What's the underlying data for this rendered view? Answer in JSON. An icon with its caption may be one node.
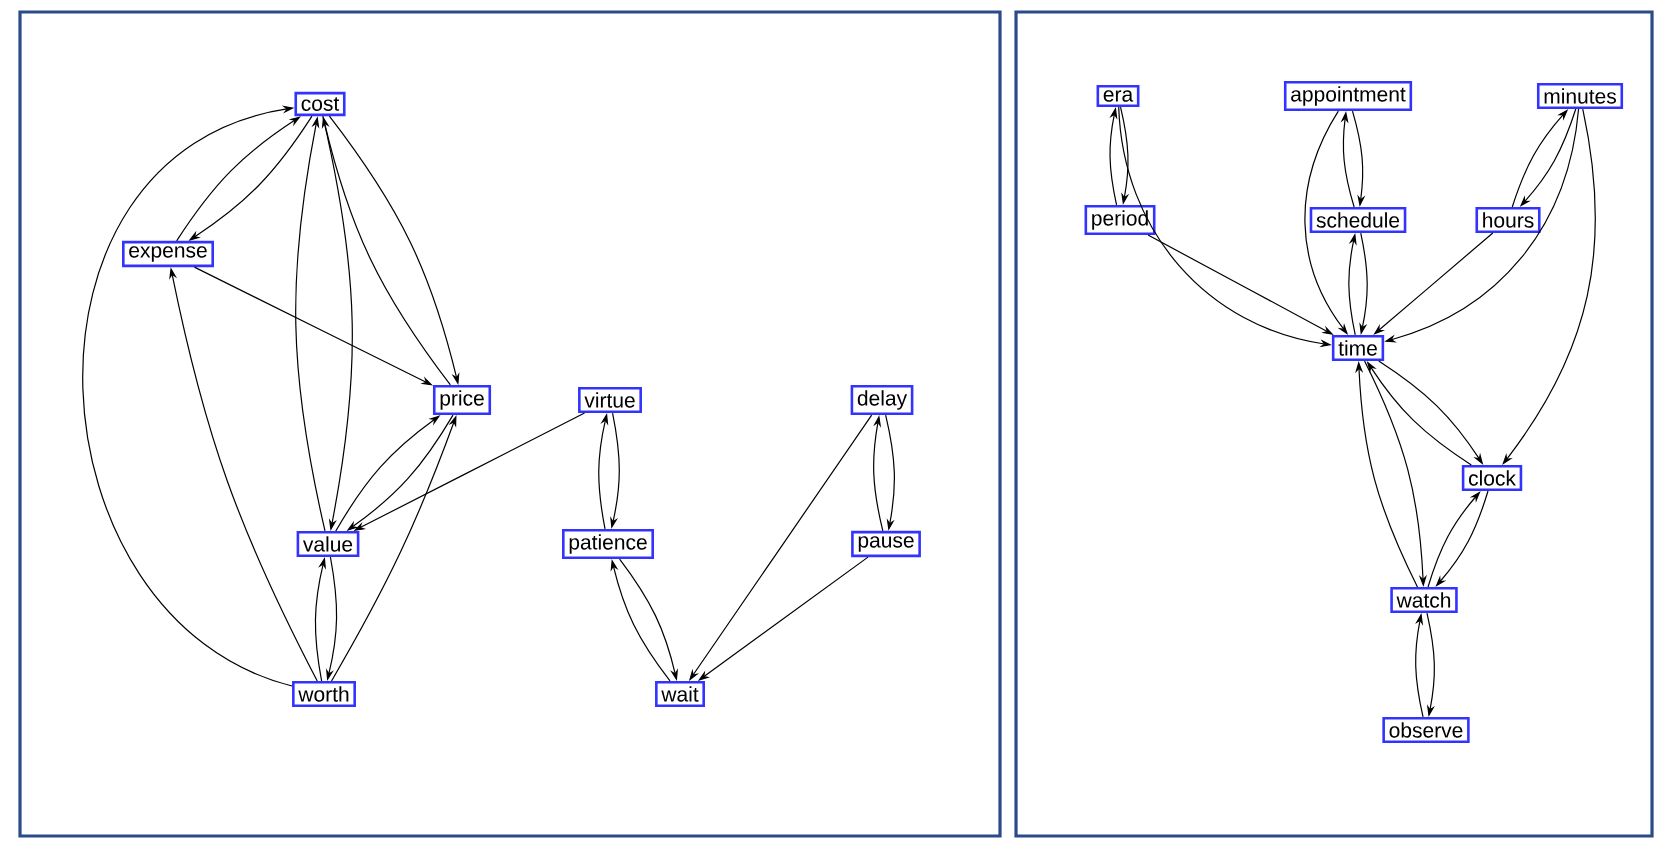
{
  "diagram": {
    "nodes": [
      {
        "text": [],
        "shape": "box"
      },
      {
        "text": [
          "cost"
        ],
        "in": 0
      },
      {
        "text": [
          "expense"
        ],
        "in": 0
      },
      {
        "text": [
          "price"
        ],
        "in": 0
      },
      {
        "text": [
          "virtue"
        ],
        "in": 0
      },
      {
        "text": [
          "delay"
        ],
        "in": 0
      },
      {
        "text": [
          "value"
        ],
        "in": 0
      },
      {
        "text": [
          "patience"
        ],
        "in": 0
      },
      {
        "text": [
          "pause"
        ],
        "in": 0
      },
      {
        "text": [
          "worth"
        ],
        "in": 0
      },
      {
        "text": [
          "wait"
        ],
        "in": 0
      },
      {
        "text": [],
        "shape": "box"
      },
      {
        "text": [
          "era"
        ],
        "in": 11
      },
      {
        "text": [
          "appointment"
        ],
        "in": 11
      },
      {
        "text": [
          "minutes"
        ],
        "in": 11
      },
      {
        "text": [
          "period"
        ],
        "in": 11
      },
      {
        "text": [
          "schedule"
        ],
        "in": 11
      },
      {
        "text": [
          "hours"
        ],
        "in": 11
      },
      {
        "text": [
          "time"
        ],
        "in": 11
      },
      {
        "text": [
          "clock"
        ],
        "in": 11
      },
      {
        "text": [
          "watch"
        ],
        "in": 11
      },
      {
        "text": [
          "observe"
        ],
        "in": 11
      }
    ],
    "edges": [
      {
        "from": 1,
        "to": 2,
        "arrow": "to"
      },
      {
        "from": 2,
        "to": 1,
        "arrow": "to"
      },
      {
        "from": 9,
        "to": 1,
        "arrow": "to"
      },
      {
        "from": 1,
        "to": 6,
        "arrow": "to"
      },
      {
        "from": 6,
        "to": 1,
        "arrow": "to"
      },
      {
        "from": 1,
        "to": 3,
        "arrow": "to"
      },
      {
        "from": 3,
        "to": 1,
        "arrow": "to"
      },
      {
        "from": 2,
        "to": 3,
        "arrow": "to"
      },
      {
        "from": 9,
        "to": 2,
        "arrow": "to"
      },
      {
        "from": 3,
        "to": 6,
        "arrow": "to"
      },
      {
        "from": 6,
        "to": 3,
        "arrow": "to"
      },
      {
        "from": 4,
        "to": 6,
        "arrow": "to"
      },
      {
        "from": 9,
        "to": 3,
        "arrow": "to"
      },
      {
        "from": 6,
        "to": 9,
        "arrow": "to"
      },
      {
        "from": 9,
        "to": 6,
        "arrow": "to"
      },
      {
        "from": 4,
        "to": 7,
        "arrow": "to"
      },
      {
        "from": 7,
        "to": 4,
        "arrow": "to"
      },
      {
        "from": 7,
        "to": 10,
        "arrow": "to"
      },
      {
        "from": 10,
        "to": 7,
        "arrow": "to"
      },
      {
        "from": 5,
        "to": 10,
        "arrow": "to"
      },
      {
        "from": 5,
        "to": 8,
        "arrow": "to"
      },
      {
        "from": 8,
        "to": 5,
        "arrow": "to"
      },
      {
        "from": 8,
        "to": 10,
        "arrow": "to"
      },
      {
        "from": 12,
        "to": 15,
        "arrow": "to"
      },
      {
        "from": 15,
        "to": 12,
        "arrow": "to"
      },
      {
        "from": 12,
        "to": 18,
        "arrow": "to"
      },
      {
        "from": 15,
        "to": 18,
        "arrow": "to"
      },
      {
        "from": 13,
        "to": 18,
        "arrow": "to"
      },
      {
        "from": 13,
        "to": 16,
        "arrow": "to"
      },
      {
        "from": 16,
        "to": 13,
        "arrow": "to"
      },
      {
        "from": 16,
        "to": 18,
        "arrow": "to"
      },
      {
        "from": 18,
        "to": 16,
        "arrow": "to"
      },
      {
        "from": 14,
        "to": 17,
        "arrow": "to"
      },
      {
        "from": 17,
        "to": 14,
        "arrow": "to"
      },
      {
        "from": 17,
        "to": 18,
        "arrow": "to"
      },
      {
        "from": 14,
        "to": 18,
        "arrow": "to"
      },
      {
        "from": 14,
        "to": 19,
        "arrow": "to"
      },
      {
        "from": 18,
        "to": 20,
        "arrow": "to"
      },
      {
        "from": 20,
        "to": 18,
        "arrow": "to"
      },
      {
        "from": 18,
        "to": 19,
        "arrow": "to"
      },
      {
        "from": 19,
        "to": 18,
        "arrow": "to"
      },
      {
        "from": 19,
        "to": 20,
        "arrow": "to"
      },
      {
        "from": 20,
        "to": 19,
        "arrow": "to"
      },
      {
        "from": 20,
        "to": 21,
        "arrow": "to"
      },
      {
        "from": 21,
        "to": 20,
        "arrow": "to"
      }
    ]
  }
}
